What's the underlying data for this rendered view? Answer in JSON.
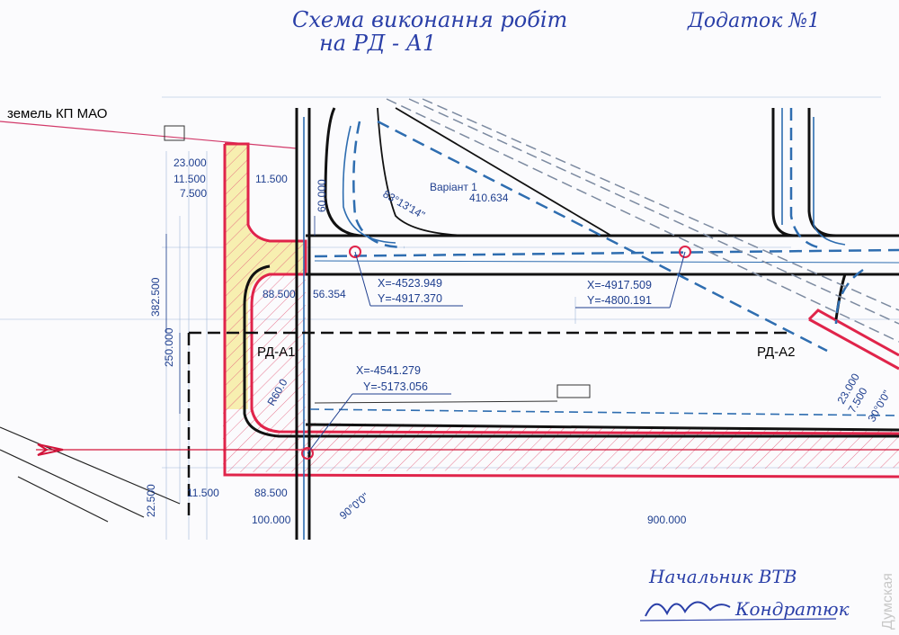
{
  "header": {
    "title_line1": "Схема виконання робіт",
    "title_line2": "на РД - А1",
    "appendix": "Додаток №1"
  },
  "labels": {
    "land": "земель КП МАО",
    "taxiway_a1": "РД-А1",
    "taxiway_a2": "РД-А2",
    "variant": "Варіант 1"
  },
  "dimensions": {
    "d_23": "23.000",
    "d_11_5": "11.500",
    "d_7_5": "7.500",
    "d_11_5_b": "11.500",
    "d_60": "60.000",
    "angle_83": "83°13'14\"",
    "d_410": "410.634",
    "d_382": "382.500",
    "d_250": "250.000",
    "d_88_top": "88.500",
    "d_56": "56.354",
    "radius": "R60.0",
    "d_22_5": "22.500",
    "d_11_5_bottom": "11.500",
    "d_88_bottom": "88.500",
    "d_100": "100.000",
    "angle_90": "90°0'0\"",
    "d_900": "900.000",
    "r_23": "23.000",
    "r_7_5": "7.500",
    "angle_30": "30°0'0\""
  },
  "points": [
    {
      "x": "X=-4523.949",
      "y": "Y=-4917.370"
    },
    {
      "x": "X=-4917.509",
      "y": "Y=-4800.191"
    },
    {
      "x": "X=-4541.279",
      "y": "Y=-5173.056"
    }
  ],
  "signature": {
    "title": "Начальник ВТВ",
    "name": "Кондратюк"
  },
  "watermark": "Думская",
  "colors": {
    "ink_blue": "#2a3fa8",
    "dim_blue": "#1f3f8f",
    "red": "#e0244a",
    "hatch_yellow": "#f7efb0",
    "taxi_blue": "#2e6db0"
  }
}
